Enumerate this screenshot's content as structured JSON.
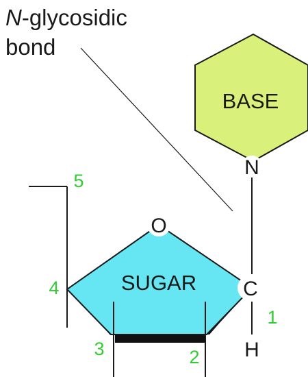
{
  "annotation": {
    "line1_italic": "N",
    "line1_rest": "-glycosidic",
    "line2": "bond"
  },
  "base_label": "BASE",
  "sugar_label": "SUGAR",
  "atoms": {
    "nitrogen": "N",
    "oxygen": "O",
    "carbon": "C",
    "hydrogen": "H"
  },
  "carbon_numbers": {
    "c1": "1",
    "c2": "2",
    "c3": "3",
    "c4": "4",
    "c5": "5"
  },
  "colors": {
    "base_fill": "#d9f07a",
    "sugar_fill": "#66e6f2",
    "number_color": "#33cc33",
    "line_color": "#1a1a1a"
  }
}
